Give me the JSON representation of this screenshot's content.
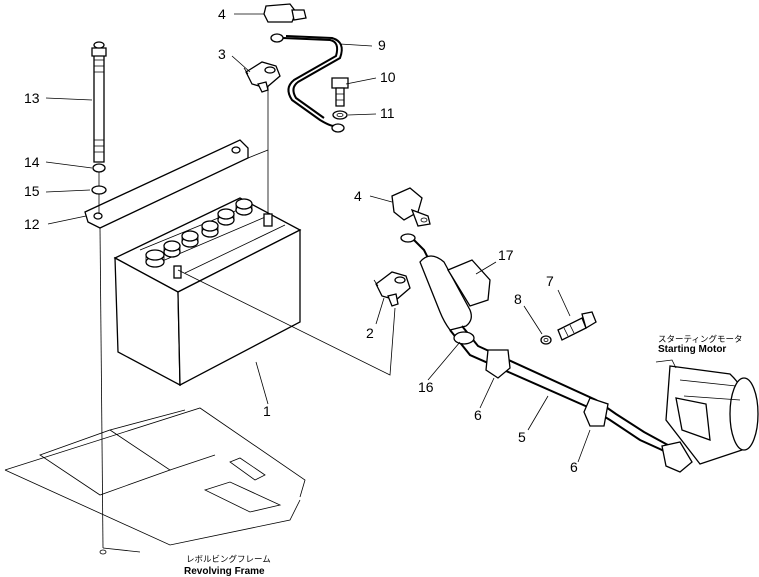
{
  "callouts": [
    "1",
    "2",
    "3",
    "4",
    "4",
    "5",
    "6",
    "6",
    "7",
    "8",
    "9",
    "10",
    "11",
    "12",
    "13",
    "14",
    "15",
    "16",
    "17"
  ],
  "labels": {
    "starting_motor_jp": "スターティングモータ",
    "starting_motor_en": "Starting Motor",
    "revolving_frame_jp": "レボルビングフレーム",
    "revolving_frame_en": "Revolving Frame"
  }
}
